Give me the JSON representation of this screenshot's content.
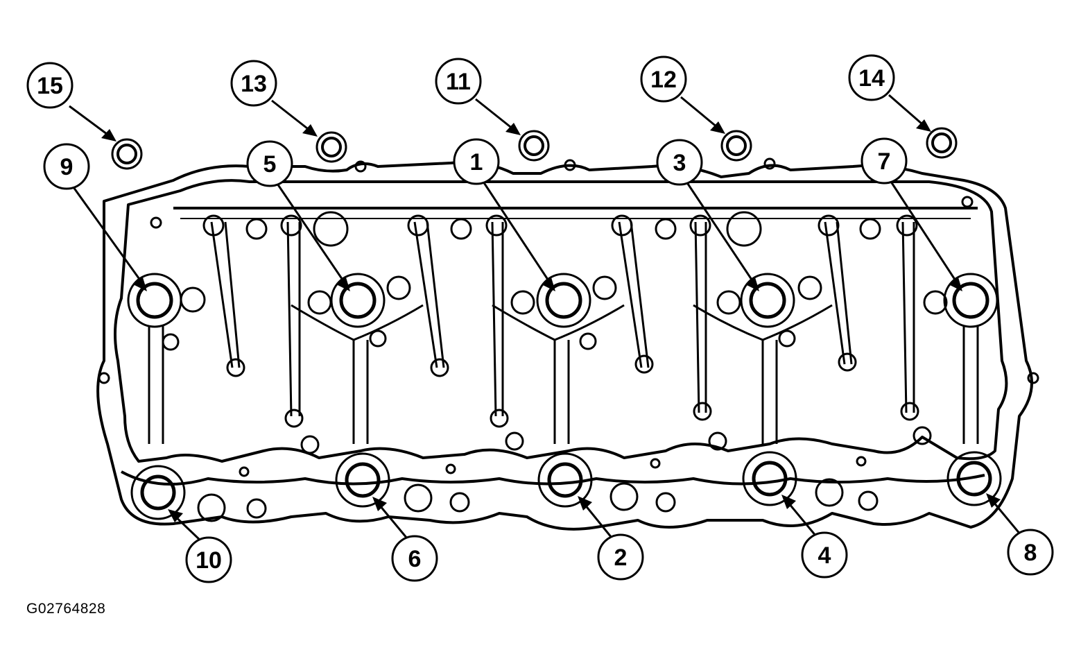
{
  "figure_ref": "G02764828",
  "callouts": [
    {
      "label": "15"
    },
    {
      "label": "13"
    },
    {
      "label": "11"
    },
    {
      "label": "12"
    },
    {
      "label": "14"
    },
    {
      "label": "9"
    },
    {
      "label": "5"
    },
    {
      "label": "1"
    },
    {
      "label": "3"
    },
    {
      "label": "7"
    },
    {
      "label": "10"
    },
    {
      "label": "6"
    },
    {
      "label": "2"
    },
    {
      "label": "4"
    },
    {
      "label": "8"
    }
  ],
  "colors": {
    "line": "#000000",
    "background": "#ffffff"
  }
}
